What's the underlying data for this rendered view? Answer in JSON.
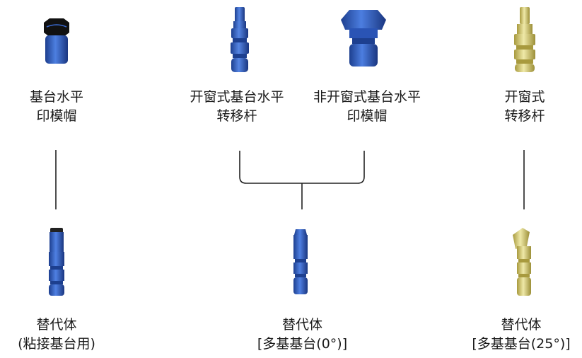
{
  "top": [
    {
      "line1": "基台水平",
      "line2": "印模帽",
      "icon": "impression-coping-icon"
    },
    {
      "line1": "开窗式基台水平",
      "line2": "转移杆",
      "icon": "open-tray-abutment-level-transfer-icon"
    },
    {
      "line1": "非开窗式基台水平",
      "line2": "印模帽",
      "icon": "closed-tray-abutment-level-coping-icon"
    },
    {
      "line1": "开窗式",
      "line2": "转移杆",
      "icon": "open-tray-transfer-gold-icon"
    }
  ],
  "bottom": [
    {
      "line1": "替代体",
      "line2": "(粘接基台用)",
      "icon": "analog-cemented-abutment-icon"
    },
    {
      "line1": "替代体",
      "line2": "[多基基台(0°)]",
      "icon": "analog-multibase-0-icon"
    },
    {
      "line1": "替代体",
      "line2": "[多基基台(25°)]",
      "icon": "analog-multibase-25-icon"
    }
  ],
  "colors": {
    "blue": "#2f5ec4",
    "blue_dark": "#1d3f8f",
    "gold": "#d8cf7a",
    "gold_dark": "#a89a3e",
    "line": "#222222"
  }
}
